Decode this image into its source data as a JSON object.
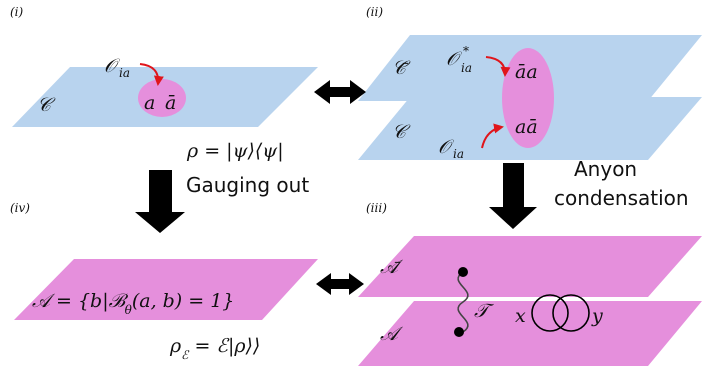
{
  "panels": {
    "i": {
      "label": "(i)",
      "plane": "𝒞",
      "operator": "𝒪",
      "operator_sub": "ia",
      "anyon_a": "a",
      "anyon_abar": "ā",
      "equation": "ρ = |ψ⟩⟨ψ|"
    },
    "ii": {
      "label": "(ii)",
      "plane_top": "𝒞̄",
      "plane_bottom": "𝒞",
      "operator_top": "𝒪",
      "operator_top_sub": "ia",
      "operator_top_sup": "*",
      "operator_bottom": "𝒪",
      "operator_bottom_sub": "ia",
      "pair_top": "āa",
      "pair_bottom": "aā"
    },
    "iii": {
      "label": "(iii)",
      "plane_top": "𝒜̄",
      "plane_bottom": "𝒜",
      "string": "𝒯",
      "loop_x": "x",
      "loop_y": "y"
    },
    "iv": {
      "label": "(iv)",
      "plane": "𝒜",
      "equation": "𝒜 = {b|ℬ",
      "equation_sub": "θ",
      "equation_tail": "(a, b) = 1}",
      "rho": "ρ",
      "rho_sub": "ℰ",
      "rho_tail": " = ℰ|ρ⟩⟩"
    }
  },
  "arrows": {
    "gauging_label": "Gauging out",
    "condensation_label_line1": "Anyon",
    "condensation_label_line2": "condensation"
  },
  "colors": {
    "blue_plane": "#b8d3ee",
    "pink_plane": "#e58fdc",
    "red_arrow": "#e0151b",
    "black": "#000000"
  }
}
